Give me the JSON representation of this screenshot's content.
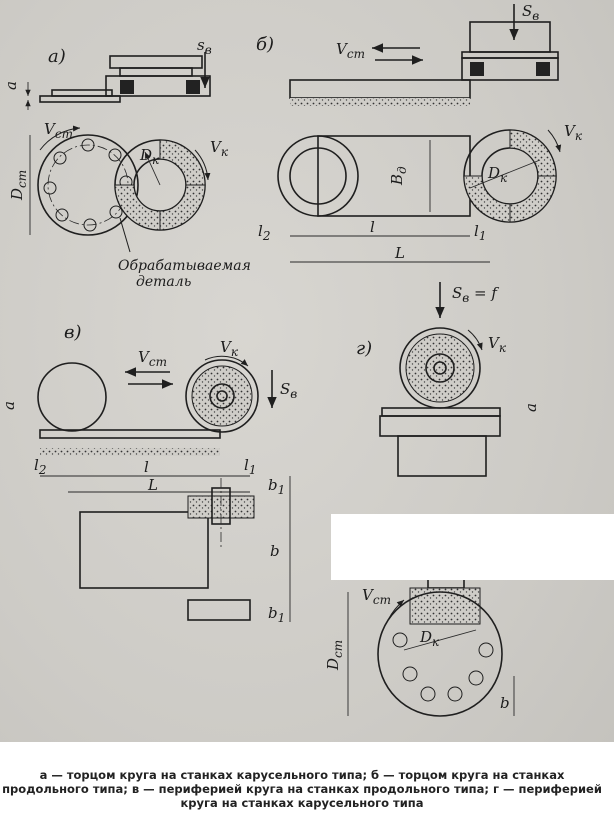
{
  "figure": {
    "panels": {
      "a": {
        "tag": "а)",
        "s": "s",
        "s_sub": "в",
        "a": "a",
        "v": "V",
        "v_sub": "ст",
        "d": "D",
        "d_sub": "ст",
        "vk": "V",
        "vk_sub": "к",
        "dk": "D",
        "dk_sub": "к"
      },
      "b": {
        "tag": "б)",
        "s": "S",
        "s_sub": "в",
        "v": "V",
        "v_sub": "ст",
        "vk": "V",
        "vk_sub": "к",
        "dk": "D",
        "dk_sub": "к",
        "bd": "B",
        "bd_sub": "д",
        "l2": "l",
        "l2_sub": "2",
        "l": "l",
        "L": "L",
        "l1": "l",
        "l1_sub": "1"
      },
      "c": {
        "tag": "в)",
        "s": "S",
        "s_sub": "в",
        "v": "V",
        "v_sub": "ст",
        "vk": "V",
        "vk_sub": "к",
        "a": "a",
        "l2": "l",
        "l2_sub": "2",
        "l": "l",
        "l1": "l",
        "l1_sub": "1",
        "L": "L",
        "b": "b",
        "b1": "b",
        "b1_sub": "1"
      },
      "d": {
        "tag": "г)",
        "s": "S",
        "s_sub": "в",
        "s_eq": " = f",
        "vk": "V",
        "vk_sub": "к",
        "a": "a",
        "v": "V",
        "v_sub": "ст",
        "dk": "D",
        "dk_sub": "к",
        "d": "D",
        "d_sub": "ст",
        "b": "b"
      }
    },
    "workpiece_note": [
      "Обрабатываемая",
      "деталь"
    ]
  },
  "caption": "a — торцом круга на станках карусельного типа; б — торцом круга на станках продольного типа; в — периферией круга на станках продольного типа; г — периферией круга на станках карусельного типа"
}
